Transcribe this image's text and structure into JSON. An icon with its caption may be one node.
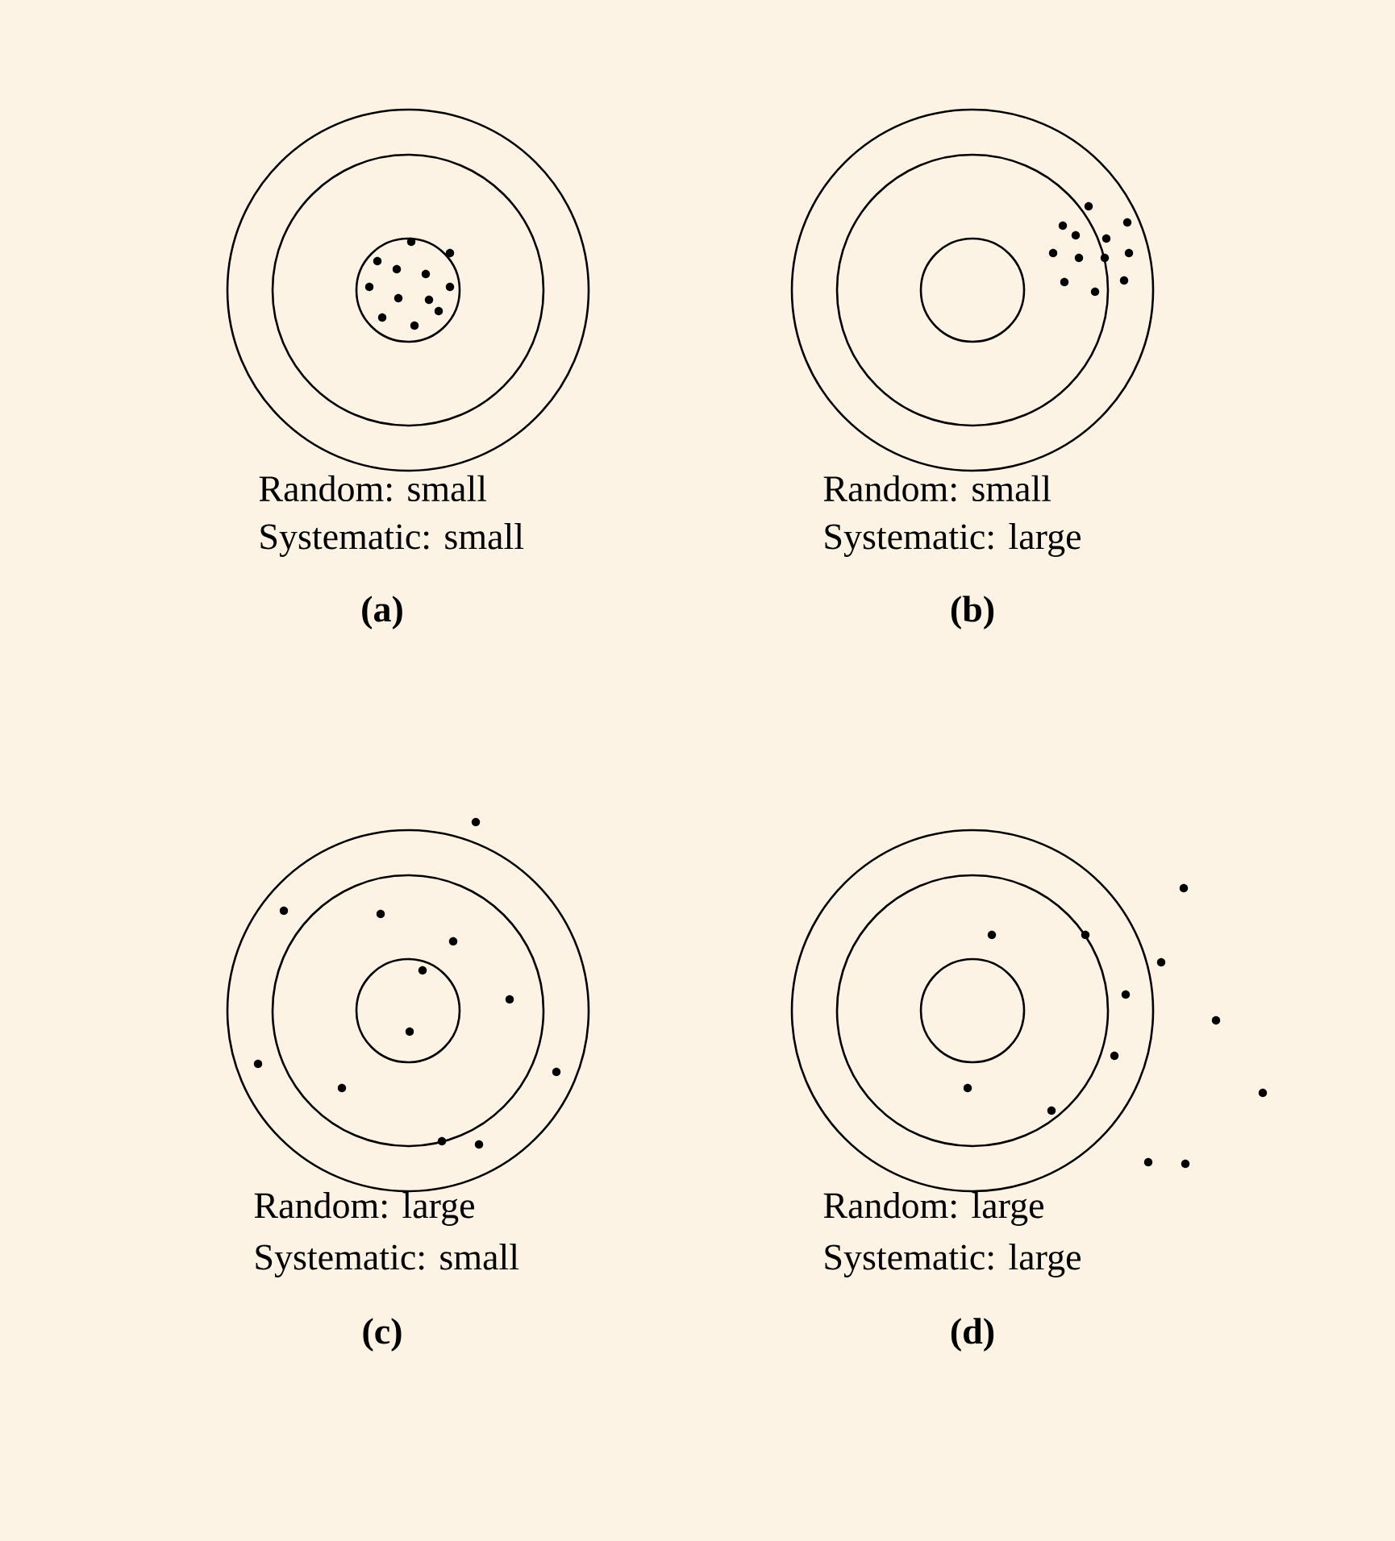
{
  "diagram": {
    "labels": [
      "Random: small",
      "Systematic: small",
      "(a)",
      "Random: small",
      "Systematic: large",
      "(b)",
      "Random: large",
      "Systematic: small",
      "(c)",
      "Random: large",
      "Systematic: large",
      "(d)"
    ]
  }
}
